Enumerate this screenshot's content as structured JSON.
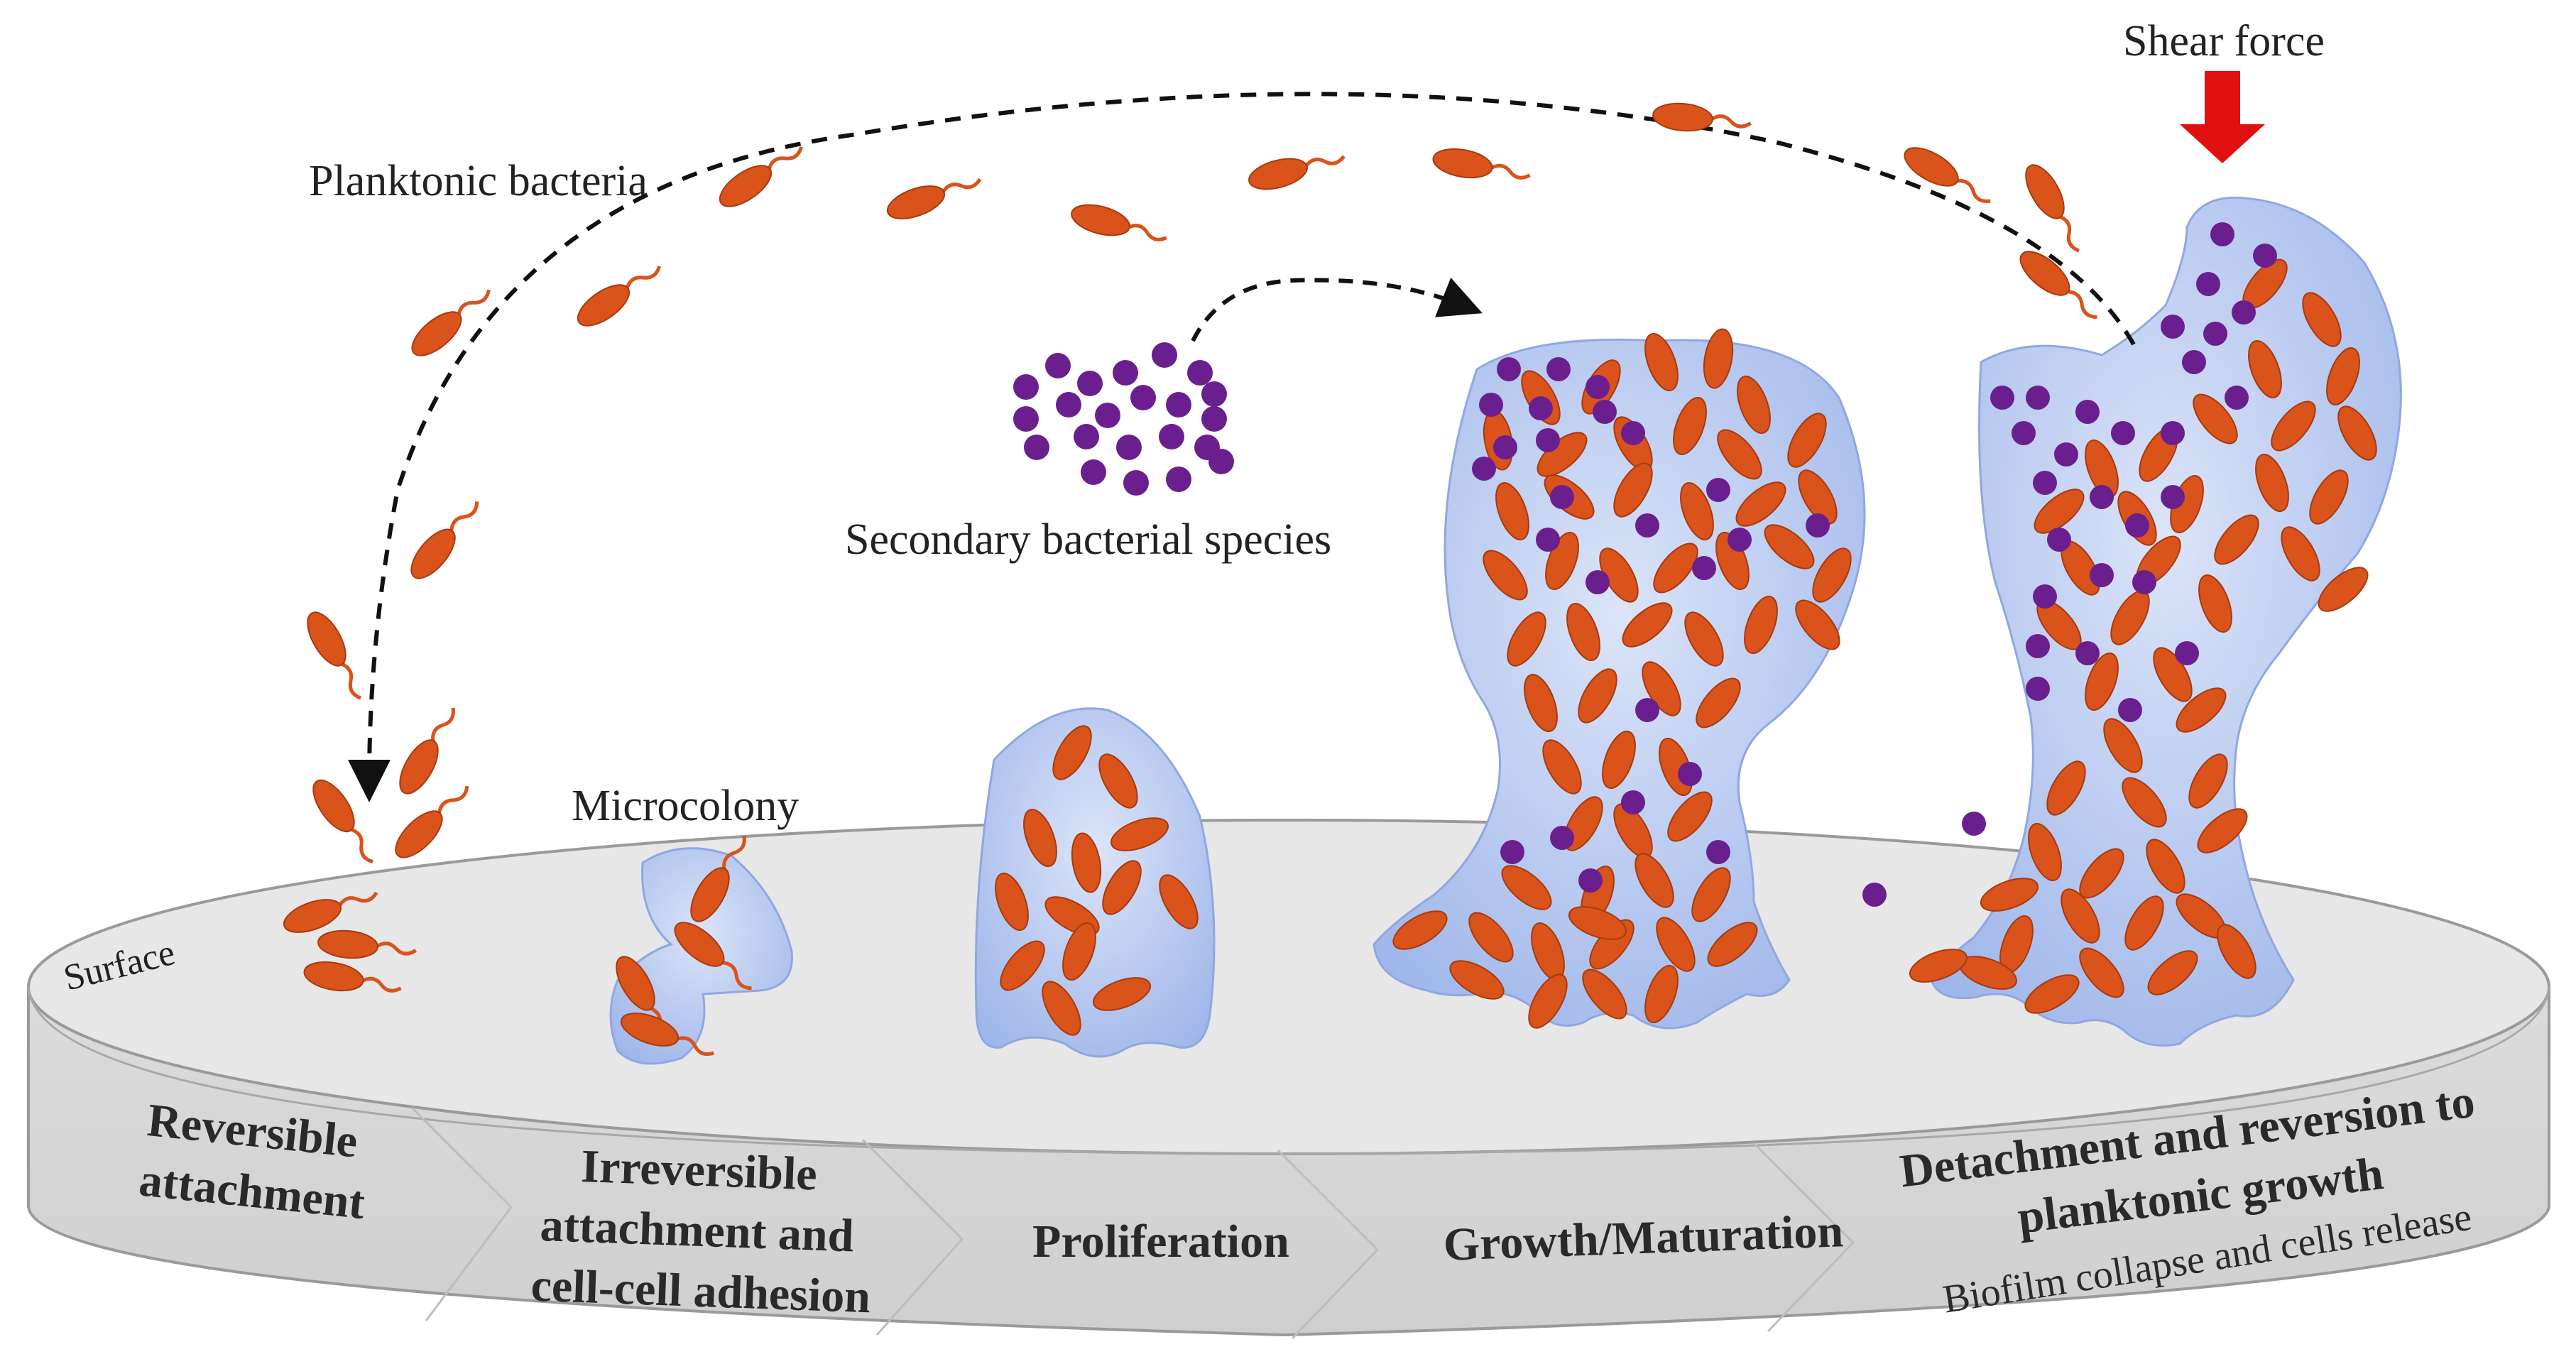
{
  "labels": {
    "planktonic": "Planktonic bacteria",
    "secondary": "Secondary bacterial species",
    "microcolony": "Microcolony",
    "surface": "Surface",
    "shear": "Shear force"
  },
  "stages": [
    {
      "lines": [
        "Reversible",
        "attachment"
      ]
    },
    {
      "lines": [
        "Irreversible",
        "attachment and",
        "cell-cell adhesion"
      ]
    },
    {
      "lines": [
        "Proliferation"
      ]
    },
    {
      "lines": [
        "Growth/Maturation"
      ]
    },
    {
      "lines": [
        "Detachment and reversion to",
        "planktonic growth"
      ],
      "sub": "Biofilm collapse and cells release"
    }
  ],
  "colors": {
    "bacterium": "#d9531a",
    "bacterium_edge": "#a83a10",
    "flagellum": "#d9531a",
    "secondary": "#6b1f8f",
    "biofilm": "#b8c9ef",
    "biofilm_edge": "#8fa8e0",
    "disc_top": "#e6e6e6",
    "disc_side": "#d7d7d7",
    "disc_edge": "#9a9a9a",
    "shear_arrow": "#e01010",
    "dashed_arrow": "#111111"
  },
  "icons": [
    "planktonic-bacterium-icon",
    "secondary-species-cell-icon",
    "shear-force-arrow-icon"
  ]
}
